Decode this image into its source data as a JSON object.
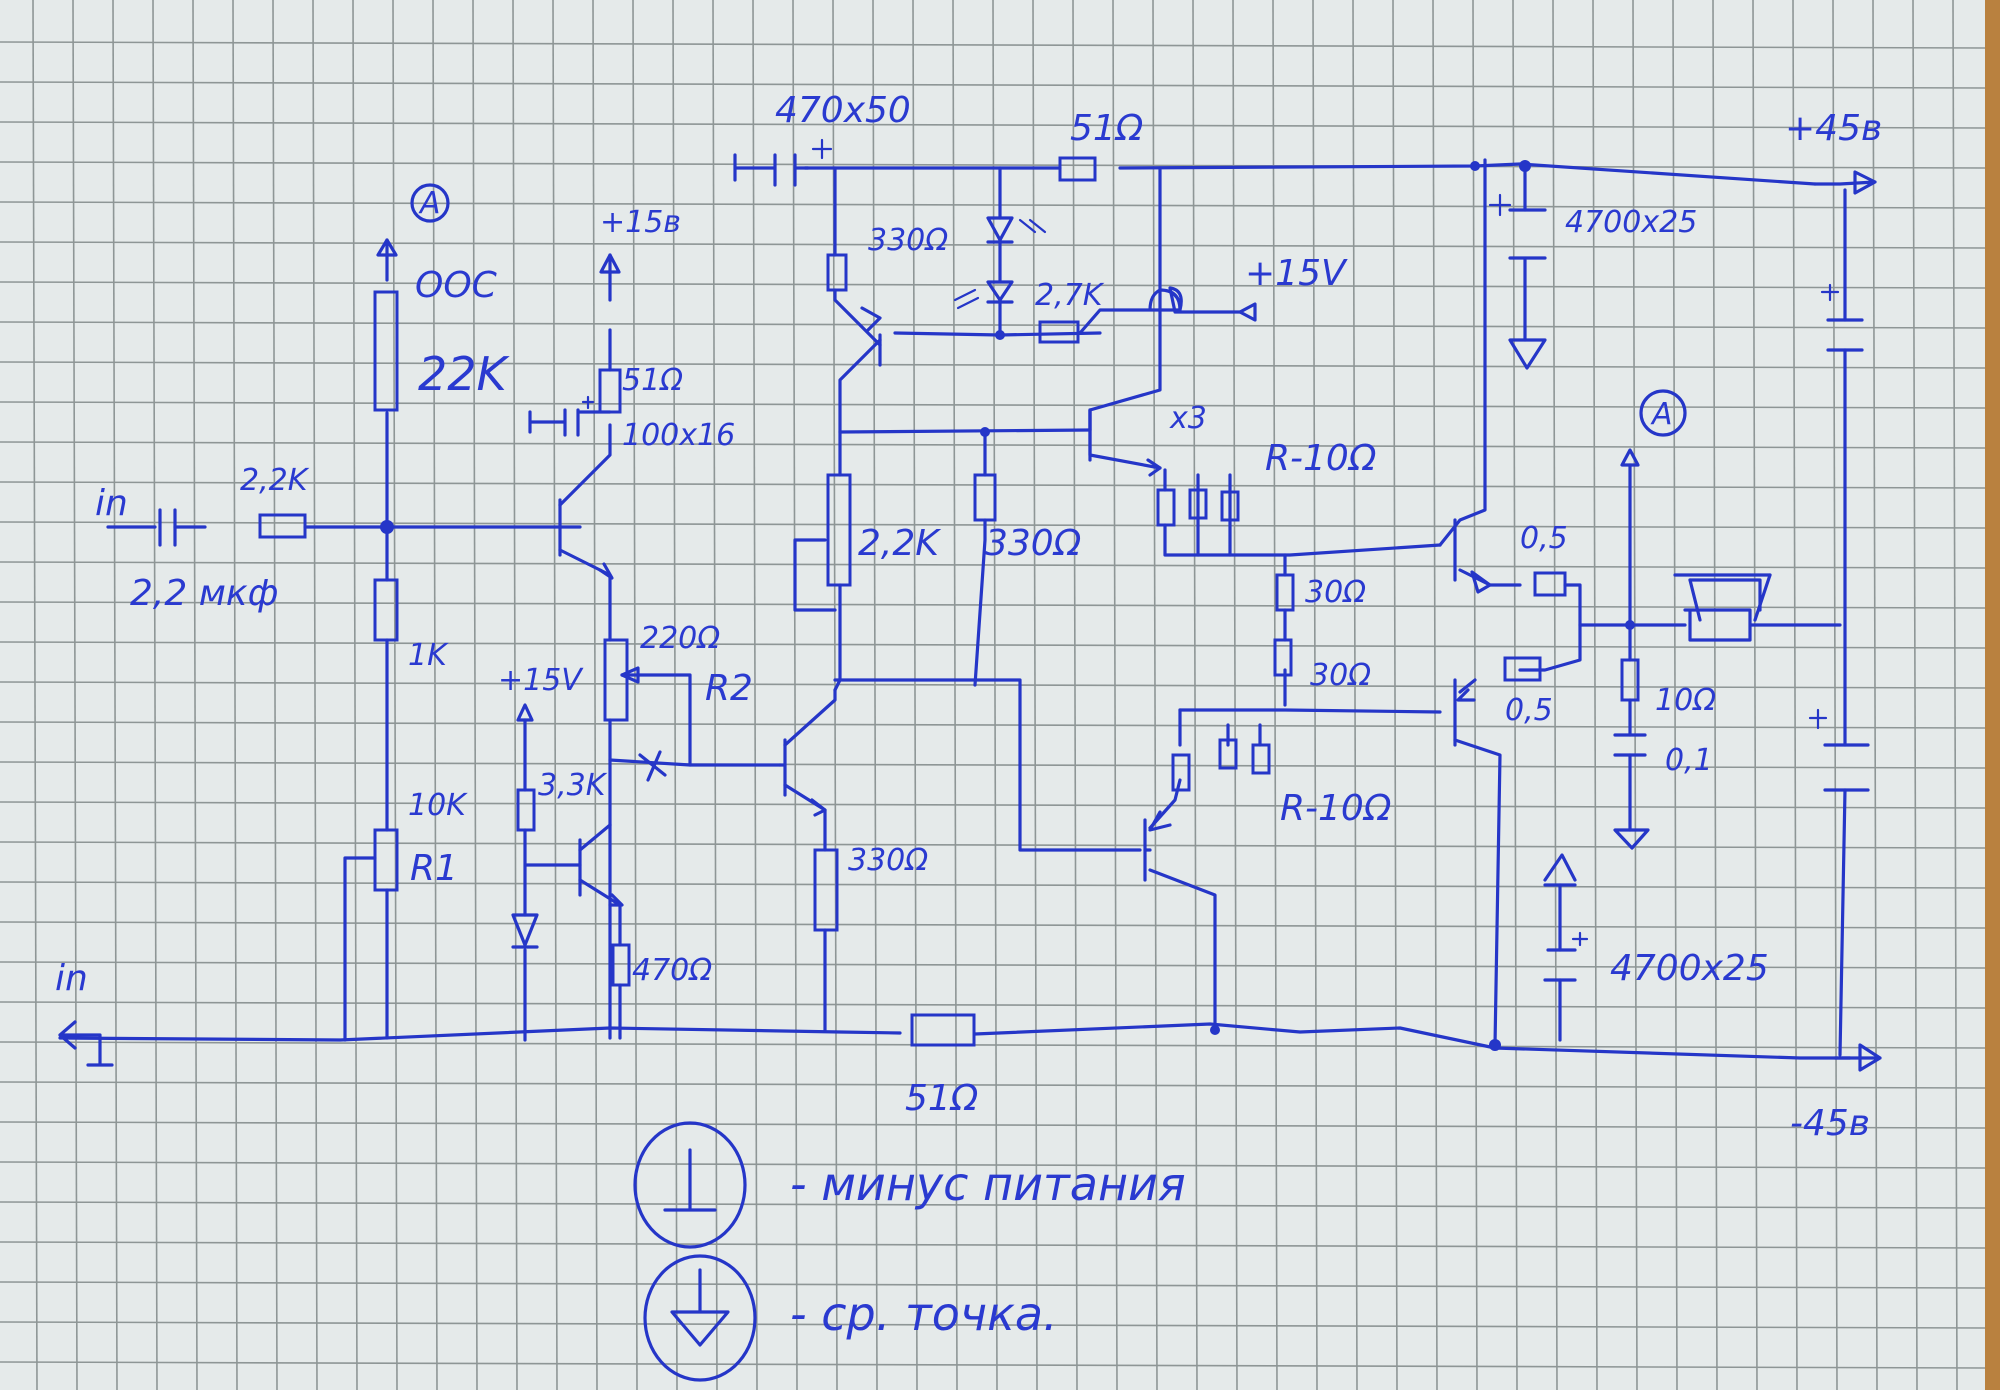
{
  "title": "Hand-drawn audio power amplifier schematic",
  "colors": {
    "ink": "#2536c8",
    "paper": "#e5eaea",
    "grid": "#8e9696",
    "wood": "#b9813f"
  },
  "labels": {
    "input_top": "in",
    "input_bottom": "in",
    "input_cap": "2,2 мкф",
    "input_res": "2,2K",
    "node_a_left": "A",
    "feedback": "ООС",
    "feedback_res": "22K",
    "res_1k": "1K",
    "pot_r1_value": "10K",
    "pot_r1_name": "R1",
    "supply_15v_top": "+15в",
    "res_51_q1": "51Ω",
    "cap_100x16": "100x16",
    "pot_r2_value": "220Ω",
    "pot_r2_name": "R2",
    "supply_15v_left": "+15V",
    "res_3_3k": "3,3K",
    "res_470": "470Ω",
    "res_330_vas": "330Ω",
    "cap_470x50": "470x50",
    "res_330_top": "330Ω",
    "res_2_7k": "2,7K",
    "res_51_top": "51Ω",
    "supply_15v_right": "+15V",
    "pot_2_2k": "2,2K",
    "res_330_mid": "330Ω",
    "x3": "x3",
    "r10_top": "R-10Ω",
    "r10_bottom": "R-10Ω",
    "res_30_a": "30Ω",
    "res_30_b": "30Ω",
    "node_a_right": "A",
    "res_0_5_top": "0,5",
    "res_0_5_bottom": "0,5",
    "res_10_zobel": "10Ω",
    "cap_0_1": "0,1",
    "cap_4700_top": "4700x25",
    "cap_4700_bottom": "4700x25",
    "supply_plus_45": "+45в",
    "supply_minus_45": "-45в",
    "res_51_bottom": "51Ω",
    "plus_sign": "+"
  },
  "legend": [
    {
      "symbol": "minus-supply-symbol",
      "text": "- минус питания"
    },
    {
      "symbol": "midpoint-ground-symbol",
      "text": "- ср. точка."
    }
  ]
}
